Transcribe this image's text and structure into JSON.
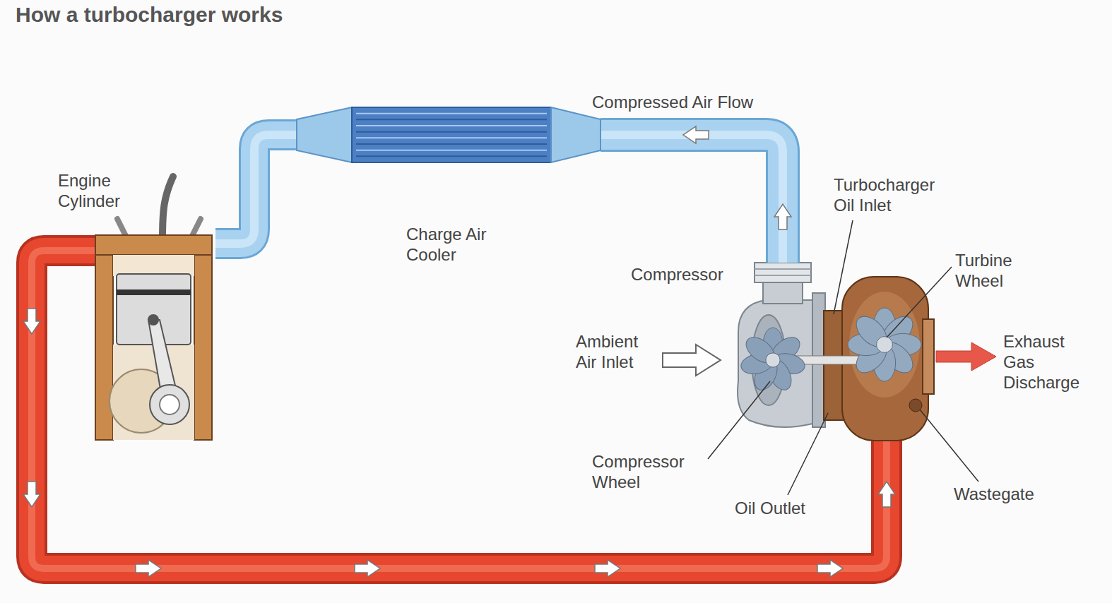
{
  "diagram": {
    "title": "How a turbocharger works",
    "nodes": [
      {
        "text": [
          "Engine Cylinder"
        ]
      },
      {
        "text": [
          "Charge Air Cooler"
        ]
      },
      {
        "text": [
          "Compressor"
        ]
      }
    ],
    "edges": [
      {
        "from": 2,
        "to": 1,
        "label": "Compressed Air Flow",
        "arrow": "to"
      },
      {
        "from": 1,
        "to": 0,
        "arrow": "none"
      }
    ],
    "labels": [
      "Turbocharger Oil Inlet",
      "Turbine Wheel",
      "Ambient Air Inlet",
      "Exhaust Gas Discharge",
      "Compressor Wheel",
      "Oil Outlet",
      "Wastegate"
    ]
  }
}
